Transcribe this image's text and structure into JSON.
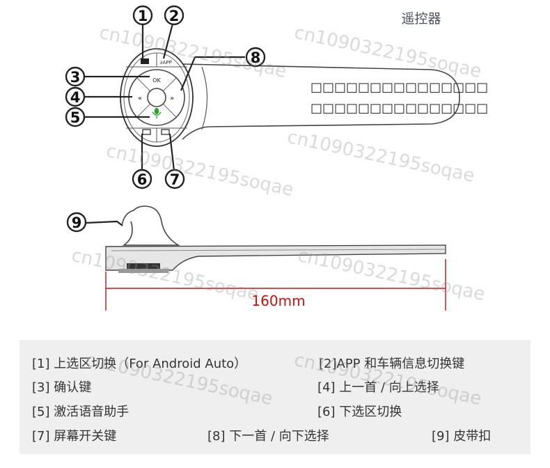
{
  "title": "遥控器",
  "callouts": [
    "1",
    "2",
    "3",
    "4",
    "5",
    "6",
    "7",
    "8",
    "9"
  ],
  "ok_label": "OK",
  "strap_text": [
    "□□□□□□□□□□□□□□□",
    "□□□□□□□□□□□□□□□"
  ],
  "dimension": "160mm",
  "legend": [
    "[1] 上选区切换（For Android Auto）",
    "[2]APP 和车辆信息切换键",
    "[3] 确认键",
    "[4] 上一首 / 向上选择",
    "[5] 激活语音助手",
    "[6] 下选区切换",
    "[7] 屏幕开关键",
    "[8] 下一首 / 向下选择",
    "[9] 皮带扣"
  ],
  "watermark": "cn1090322195soqae",
  "colors": {
    "accent_red": "#c41212",
    "mic_green": "#2aa52a",
    "line": "#333333"
  }
}
